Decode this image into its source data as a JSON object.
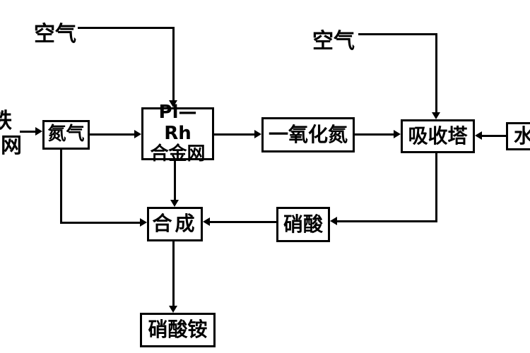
{
  "diagram": {
    "type": "process-flowchart",
    "subject": "industrial production flow of ammonium nitrate (nitric acid route)",
    "colors": {
      "background": "#ffffff",
      "line": "#000000",
      "box_border": "#000000",
      "text": "#000000"
    },
    "nodes": {
      "nitrogen": {
        "label": "氮气"
      },
      "pt_rh_mesh": {
        "line1": "Pl— Rh",
        "line2": "合金网"
      },
      "nitric_oxide": {
        "label": "一氧化氮"
      },
      "absorption_tower": {
        "label": "吸收塔"
      },
      "water": {
        "label": "水"
      },
      "synthesis": {
        "label": "合成"
      },
      "nitric_acid": {
        "label": "硝酸"
      },
      "ammonium_nitrate": {
        "label": "硝酸铵"
      }
    },
    "labels": {
      "air_left": "空气",
      "air_right": "空气",
      "iron_mesh_char1": "铁",
      "iron_mesh_char2": "网"
    },
    "edges": [
      {
        "from": "空气(左)",
        "to": "Pl—Rh合金网"
      },
      {
        "from": "铁网(左缘截断)",
        "to": "氮气"
      },
      {
        "from": "氮气",
        "to": "Pl—Rh合金网"
      },
      {
        "from": "Pl—Rh合金网",
        "to": "一氧化氮"
      },
      {
        "from": "一氧化氮",
        "to": "吸收塔"
      },
      {
        "from": "空气(右)",
        "to": "吸收塔"
      },
      {
        "from": "水",
        "to": "吸收塔"
      },
      {
        "from": "吸收塔",
        "to": "硝酸"
      },
      {
        "from": "硝酸",
        "to": "合成"
      },
      {
        "from": "氮气",
        "to": "合成"
      },
      {
        "from": "Pl—Rh合金网",
        "to": "合成"
      },
      {
        "from": "合成",
        "to": "硝酸铵"
      }
    ]
  }
}
